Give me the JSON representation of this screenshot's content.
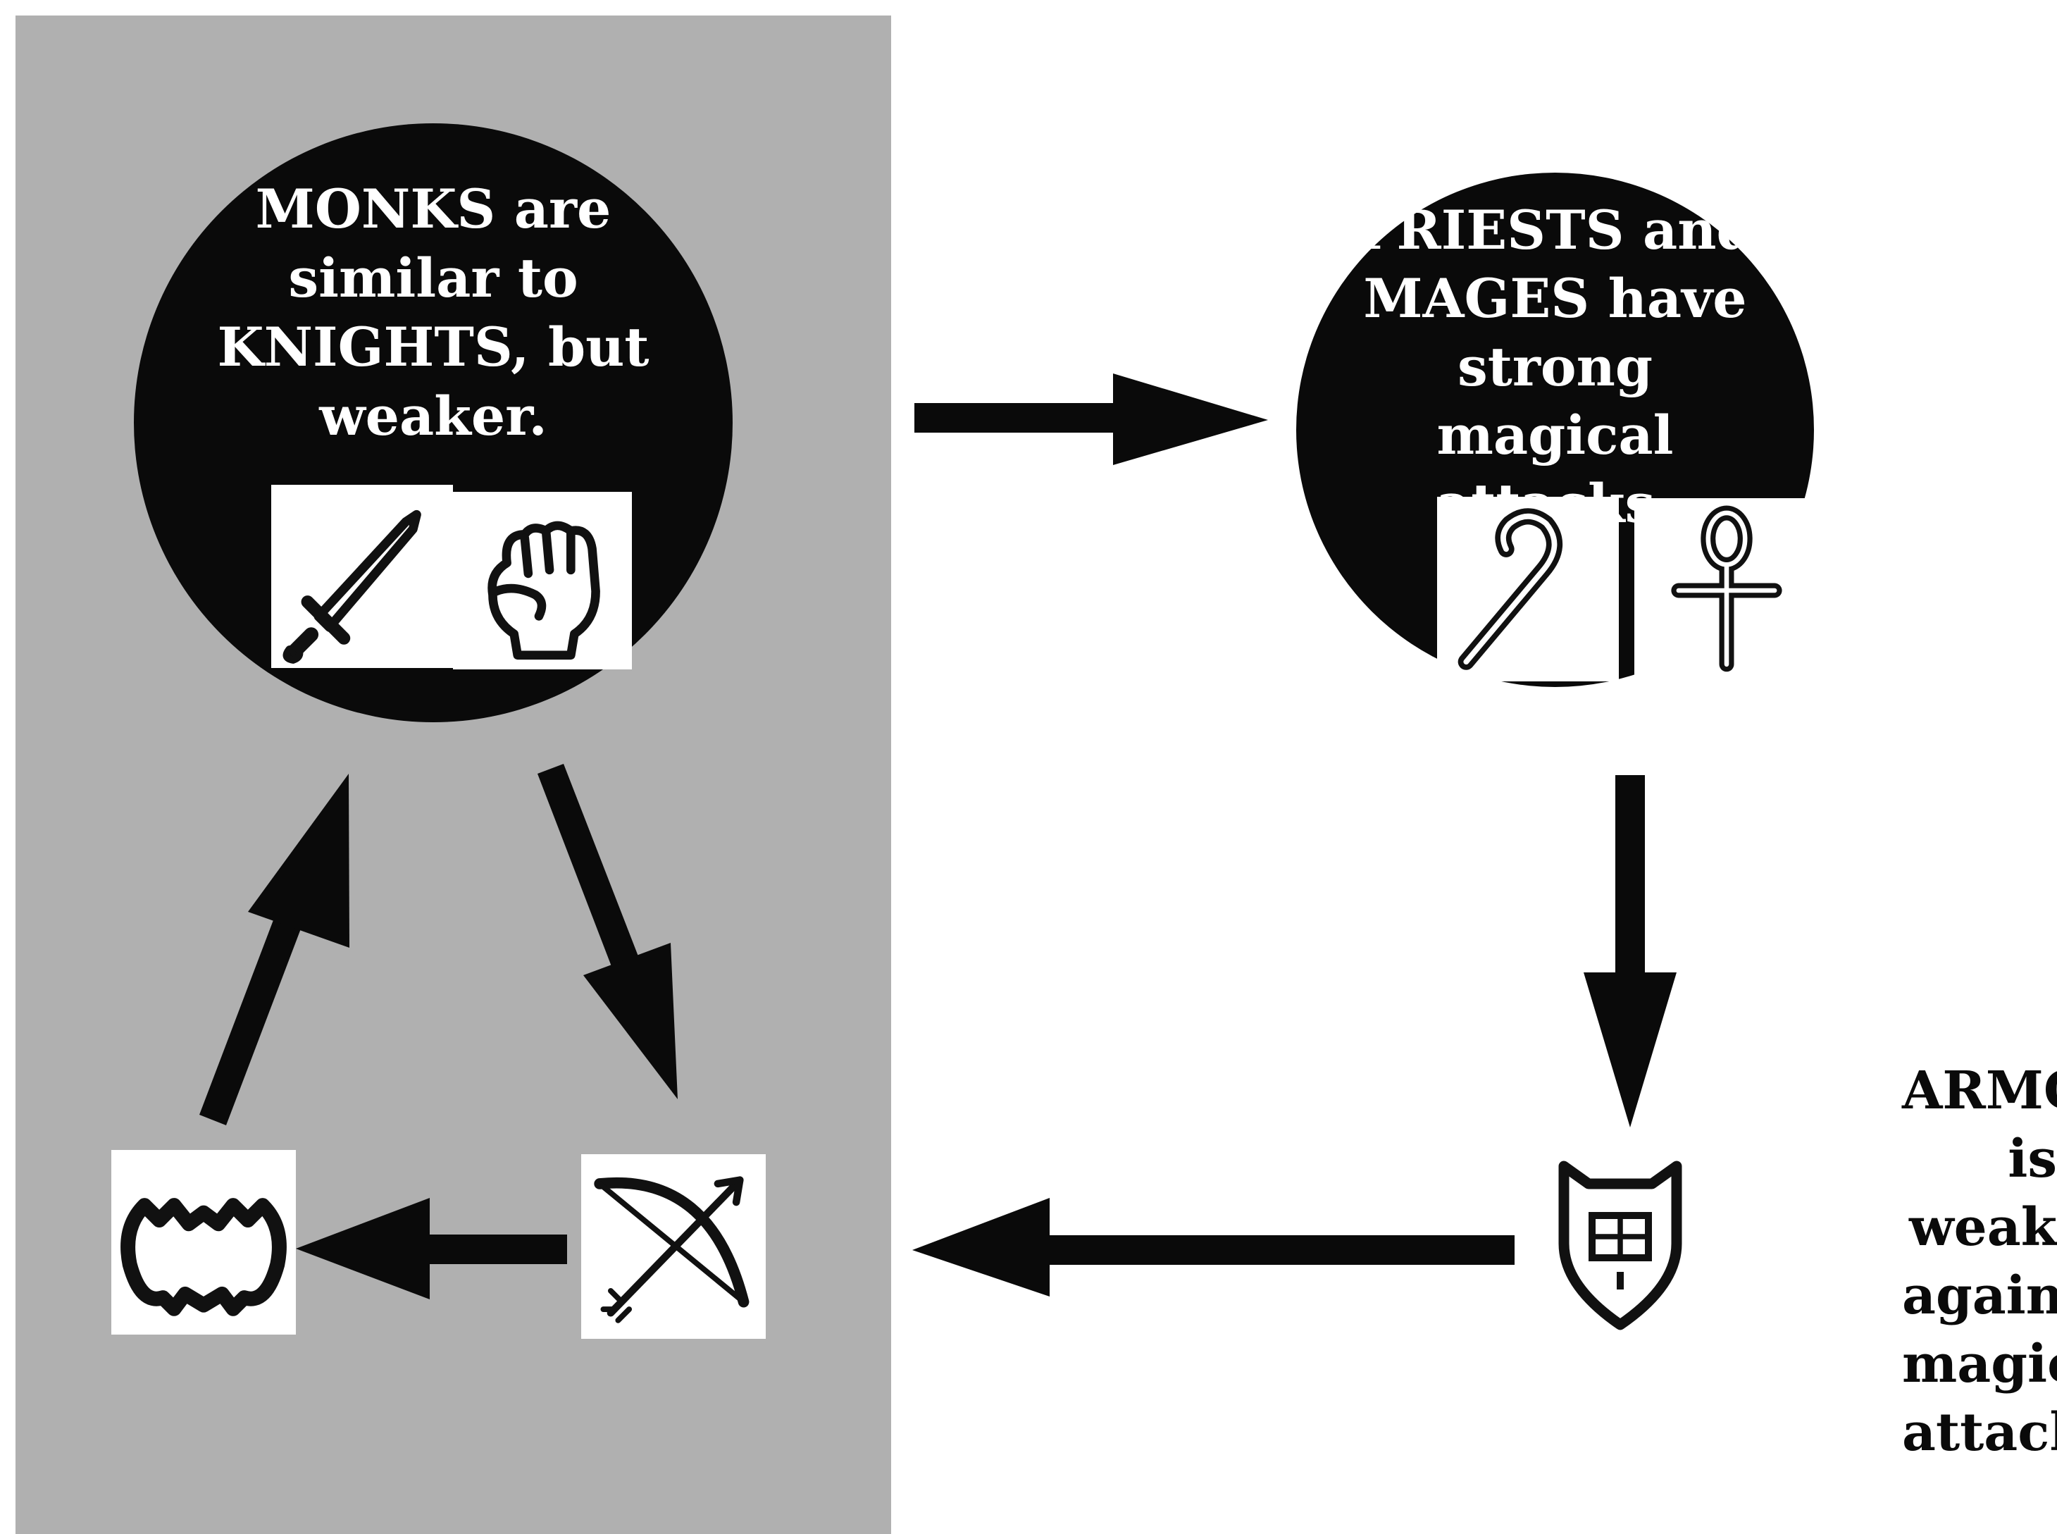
{
  "panel_color": "#b0b0b0",
  "ink_color": "#0a0a0a",
  "monks": {
    "text": "MONKS are\nsimilar to\nKNIGHTS, but\nweaker.",
    "icons": [
      "sword-icon",
      "fist-icon"
    ]
  },
  "priests": {
    "text": "PRIESTS and\nMAGES have\nstrong magical\nattacks.",
    "icons": [
      "staff-icon",
      "ankh-icon"
    ]
  },
  "armor": {
    "text": "ARMOR\nis weak\nagainst\nmagical\nattacks.",
    "icon": "shield-icon"
  },
  "other_icons": [
    "bat-icon",
    "bow-icon"
  ]
}
